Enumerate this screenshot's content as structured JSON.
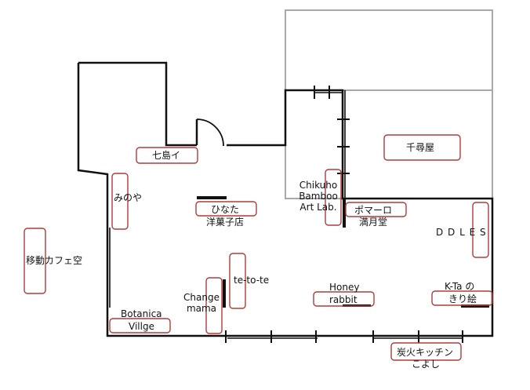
{
  "booths": {
    "nanashima": "七島イ",
    "minoya": "みのや",
    "hinata_line1": "ひなた",
    "hinata_line2": "洋菓子店",
    "chikuho": "Chikuho\nBamboo\nArt Lab.",
    "pomaro_line1": "ポマーロ",
    "pomaro_line2": "満月堂",
    "senjinya": "千尋屋",
    "ddles": "D D L E S",
    "mobile_cafe": "移動カフェ空",
    "tetote": "te-to-te",
    "change_mama": "Change\nmama",
    "honey_line1": "Honey",
    "honey_line2": "rabbit",
    "kta_line1": "K-Ta の",
    "kta_line2": "きり絵",
    "botanica_line1": "Botanica",
    "botanica_line2": "Villge",
    "sumibi_line1": "炭火キッチン",
    "sumibi_line2": "こよし"
  },
  "colors": {
    "wall": "#111111",
    "annex": "#a8a8a8",
    "booth_border": "#b03a3a"
  }
}
